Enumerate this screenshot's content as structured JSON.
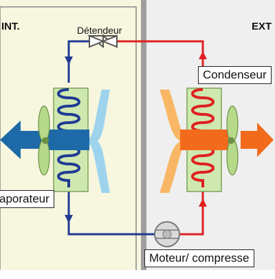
{
  "zones": {
    "interior_label": "INT.",
    "exterior_label": "EXT"
  },
  "labels": {
    "expansion_valve": "Détendeur",
    "condenser": "Condenseur",
    "evaporator": "aporateur",
    "compressor": "Moteur/ compresse"
  },
  "colors": {
    "interior_bg": "#f7f6df",
    "exterior_bg": "#f0f0f0",
    "wall": "#9e9e9e",
    "cold_pipe": "#1f3a93",
    "hot_pipe": "#e02020",
    "exchanger_fill": "#cfe8b0",
    "cold_air": "#1e6aa8",
    "cool_air": "#9ed3ee",
    "warm_air": "#f9b766",
    "hot_air": "#f26b1d",
    "fan": "#b6d98a"
  }
}
